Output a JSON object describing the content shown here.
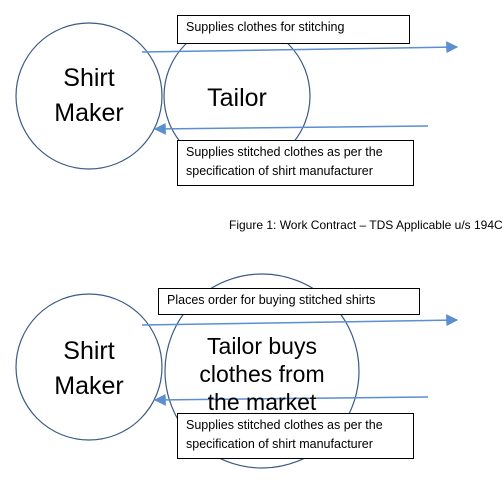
{
  "diagrams": [
    {
      "left_circle": {
        "line1": "Shirt",
        "line2": "Maker"
      },
      "right_circle": {
        "label": "Tailor"
      },
      "top_box": "Supplies clothes for stitching",
      "bottom_box": "Supplies stitched clothes as per the specification of shirt manufacturer"
    },
    {
      "left_circle": {
        "line1": "Shirt",
        "line2": "Maker"
      },
      "right_circle": {
        "line1": "Tailor buys",
        "line2": "clothes from",
        "line3": "the market"
      },
      "top_box": "Places order for buying stitched shirts",
      "bottom_box": "Supplies stitched clothes as per the specification of shirt manufacturer"
    }
  ],
  "caption": "Figure 1: Work Contract – TDS Applicable u/s 194C",
  "colors": {
    "circle": "#3c5a86",
    "arrow": "#5b8fd0",
    "text": "#000000"
  }
}
